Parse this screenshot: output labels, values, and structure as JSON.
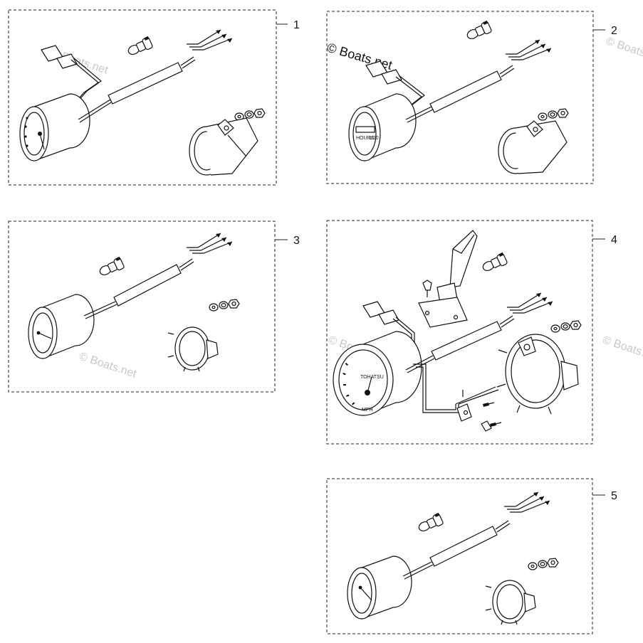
{
  "diagram": {
    "callouts": [
      {
        "label": "1"
      },
      {
        "label": "2"
      },
      {
        "label": "3"
      },
      {
        "label": "4"
      },
      {
        "label": "5"
      }
    ],
    "watermark": "© Boats.net",
    "dial_text": {
      "gauge4_unit": "MPH",
      "gauge4_brand": "TOHATSU",
      "gauge2_hours": "HOURS",
      "gauge2_fraction": "1/10"
    }
  }
}
